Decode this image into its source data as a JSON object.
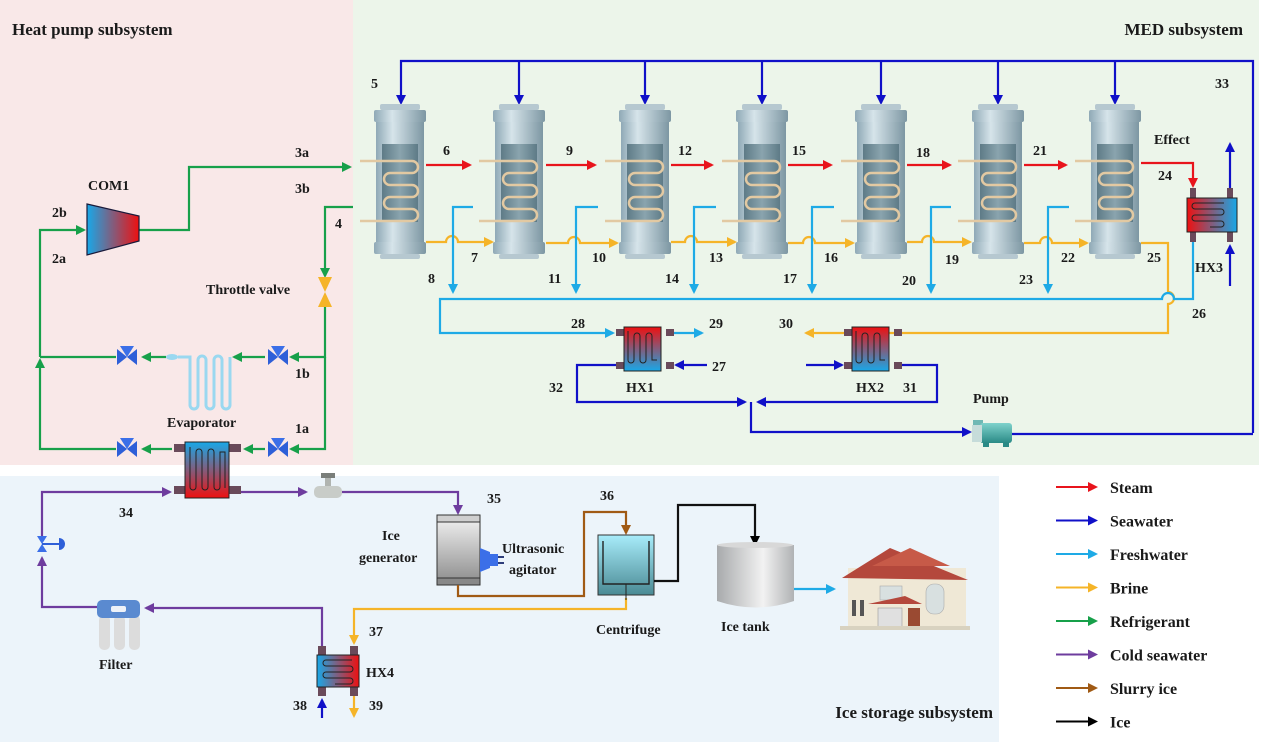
{
  "subsystems": {
    "heat_pump": "Heat pump subsystem",
    "med": "MED subsystem",
    "ice_storage": "Ice storage subsystem"
  },
  "components": {
    "compressor": "COM1",
    "throttle_valve": "Throttle valve",
    "evaporator": "Evaporator",
    "effect": "Effect",
    "hx1": "HX1",
    "hx2": "HX2",
    "hx3": "HX3",
    "hx4": "HX4",
    "pump": "Pump",
    "ice_generator_line1": "Ice",
    "ice_generator_line2": "generator",
    "ultrasonic_line1": "Ultrasonic",
    "ultrasonic_line2": "agitator",
    "centrifuge": "Centrifuge",
    "ice_tank": "Ice tank",
    "filter": "Filter"
  },
  "streams": {
    "s1a": "1a",
    "s1b": "1b",
    "s2a": "2a",
    "s2b": "2b",
    "s3a": "3a",
    "s3b": "3b",
    "s4": "4",
    "s5": "5",
    "s6": "6",
    "s7": "7",
    "s8": "8",
    "s9": "9",
    "s10": "10",
    "s11": "11",
    "s12": "12",
    "s13": "13",
    "s14": "14",
    "s15": "15",
    "s16": "16",
    "s17": "17",
    "s18": "18",
    "s19": "19",
    "s20": "20",
    "s21": "21",
    "s22": "22",
    "s23": "23",
    "s24": "24",
    "s25": "25",
    "s26": "26",
    "s27": "27",
    "s28": "28",
    "s29": "29",
    "s30": "30",
    "s31": "31",
    "s32": "32",
    "s33": "33",
    "s34": "34",
    "s35": "35",
    "s36": "36",
    "s37": "37",
    "s38": "38",
    "s39": "39"
  },
  "legend": [
    {
      "label": "Steam",
      "color": "#e8141c"
    },
    {
      "label": "Seawater",
      "color": "#1010c8"
    },
    {
      "label": "Freshwater",
      "color": "#1eaae6"
    },
    {
      "label": "Brine",
      "color": "#f5b428"
    },
    {
      "label": "Refrigerant",
      "color": "#17a04a"
    },
    {
      "label": "Cold seawater",
      "color": "#6e3c9e"
    },
    {
      "label": "Slurry ice",
      "color": "#a05a14"
    },
    {
      "label": "Ice",
      "color": "#000000"
    }
  ],
  "colors": {
    "heat_pump_bg": "#f9e8e8",
    "med_bg": "#ecf5ea",
    "ice_bg": "#ecf4fa"
  }
}
